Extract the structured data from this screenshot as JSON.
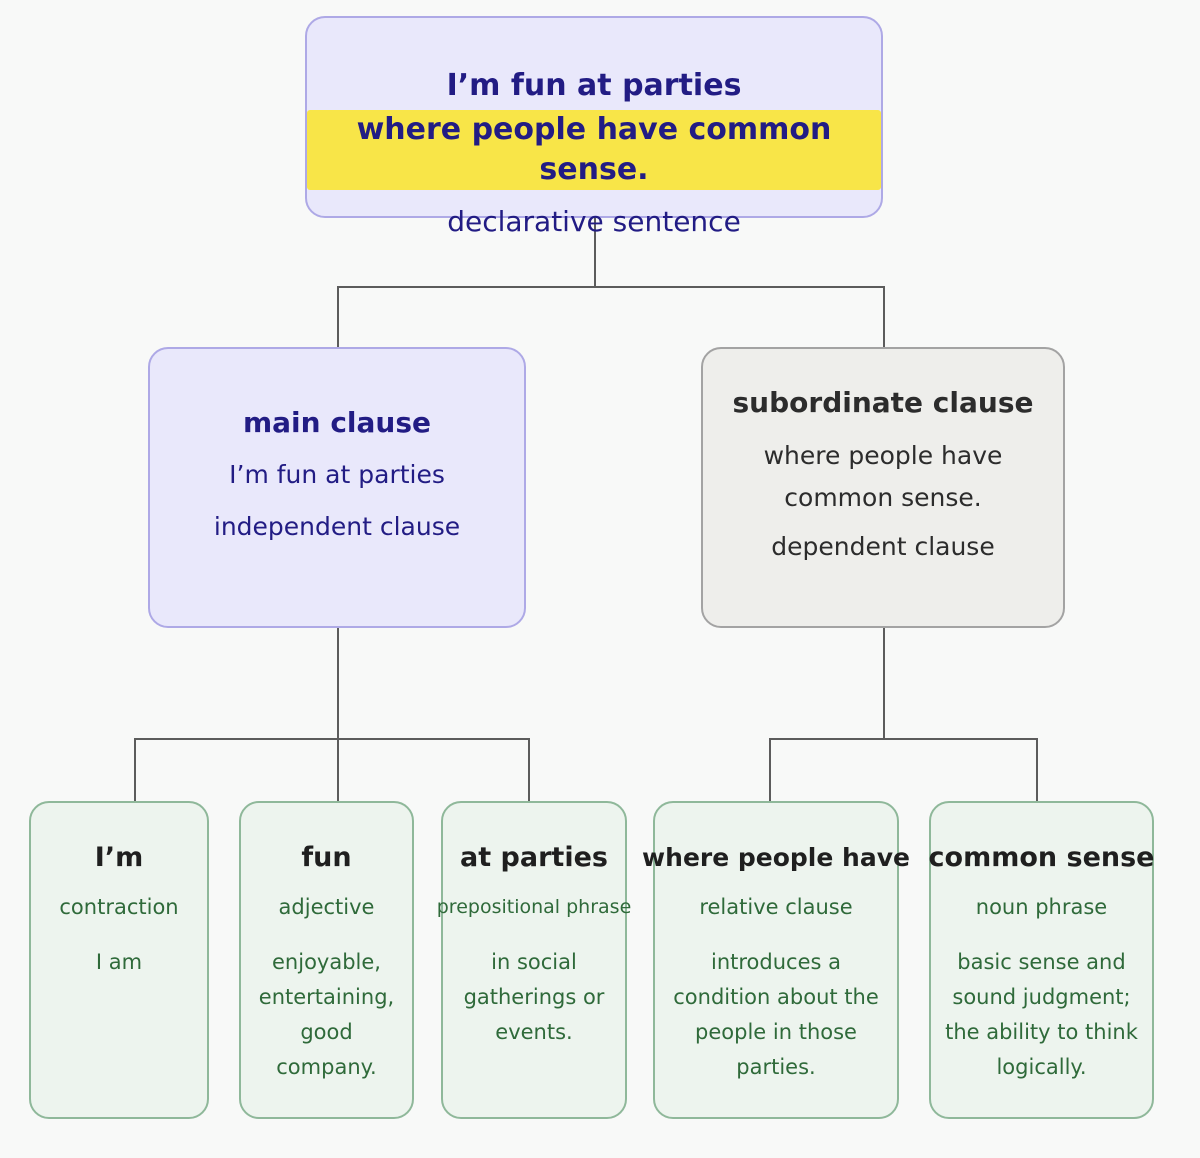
{
  "root": {
    "line1": "I’m fun at parties",
    "line2": "where people have common sense.",
    "type": "declarative sentence"
  },
  "main_clause": {
    "heading": "main clause",
    "text": "I’m fun at parties",
    "type": "independent clause"
  },
  "subordinate_clause": {
    "heading": "subordinate clause",
    "text": "where people have common sense.",
    "type": "dependent clause"
  },
  "leaves": [
    {
      "term": "I’m",
      "category": "contraction",
      "description": "I am"
    },
    {
      "term": "fun",
      "category": "adjective",
      "description": "enjoyable, entertaining, good company."
    },
    {
      "term": "at parties",
      "category": "prepositional phrase",
      "description": "in social gatherings or events."
    },
    {
      "term": "where people have",
      "category": "relative clause",
      "description": "introduces a condition about the people in those parties."
    },
    {
      "term": "common sense",
      "category": "noun phrase",
      "description": "basic sense and sound judgment; the ability to think logically."
    }
  ],
  "colors": {
    "top_fill": "#e9e8fb",
    "top_border": "#aea9e6",
    "top_text": "#221c84",
    "highlight": "#f8e548",
    "sub_fill": "#eeeeeb",
    "leaf_fill": "#edf4ee",
    "leaf_border": "#8fb89a",
    "leaf_text": "#2f6a3a",
    "connector": "#5c5c5c"
  }
}
